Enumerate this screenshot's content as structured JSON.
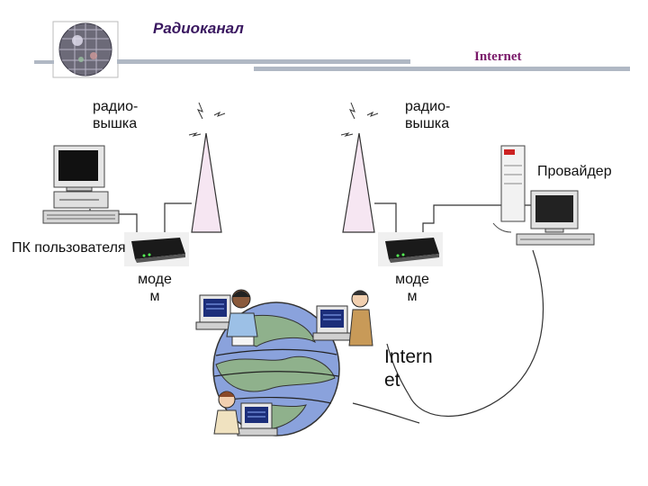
{
  "header": {
    "title": "Радиоканал",
    "internet_label": "Internet"
  },
  "towers": [
    {
      "label_line1": "радио-",
      "label_line2": "вышка"
    },
    {
      "label_line1": "радио-",
      "label_line2": "вышка"
    }
  ],
  "modems": [
    {
      "label_line1": "моде",
      "label_line2": "м"
    },
    {
      "label_line1": "моде",
      "label_line2": "м"
    }
  ],
  "user_pc_label": "ПК пользователя",
  "provider_label": "Провайдер",
  "globe_label_line1": "Intern",
  "globe_label_line2": "et",
  "colors": {
    "title": "#3a1860",
    "internet_label": "#7a1a6a",
    "header_bar": "#b0b8c4",
    "tower_fill": "#f6e6f2",
    "globe_water": "#8aa2dc",
    "globe_land": "#8fb18c"
  }
}
